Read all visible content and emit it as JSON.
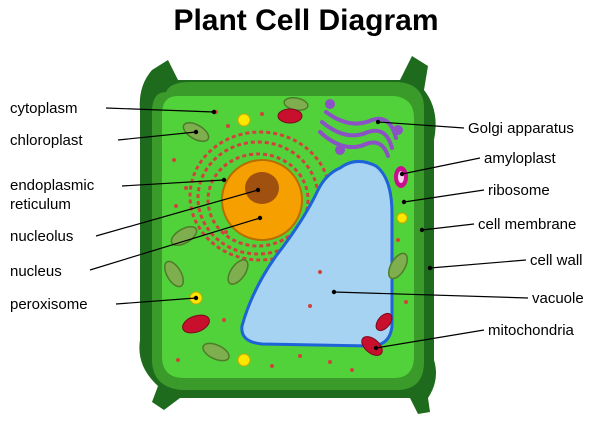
{
  "title": "Plant Cell Diagram",
  "labels": {
    "cytoplasm": "cytoplasm",
    "chloroplast": "chloroplast",
    "er_line1": "endoplasmic",
    "er_line2": "reticulum",
    "nucleolus": "nucleolus",
    "nucleus": "nucleus",
    "peroxisome": "peroxisome",
    "golgi": "Golgi apparatus",
    "amyloplast": "amyloplast",
    "ribosome": "ribosome",
    "cell_membrane": "cell membrane",
    "cell_wall": "cell wall",
    "vacuole": "vacuole",
    "mitochondria": "mitochondria"
  },
  "colors": {
    "cell_wall": "#1e6b1e",
    "membrane": "#3a9a2a",
    "cytoplasm": "#52d23a",
    "chloroplast": "#7fae4e",
    "nucleus": "#f5a000",
    "nucleolus": "#a0500f",
    "er": "#d2413b",
    "vacuole": "#a6d3f2",
    "vacuole_edge": "#1e63d8",
    "golgi": "#8a52c4",
    "mitochondria": "#c8102e",
    "peroxisome": "#ffe600"
  }
}
